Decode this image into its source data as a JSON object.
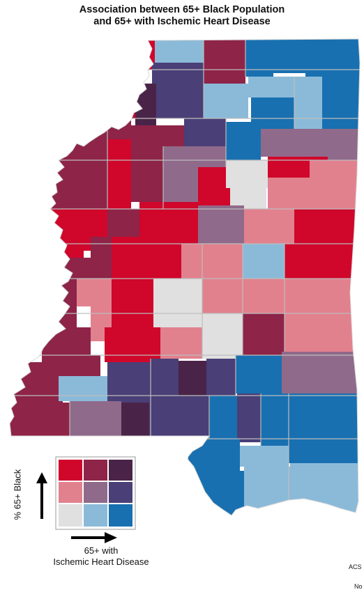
{
  "title": {
    "line1": "Association between 65+ Black Population",
    "line2": "and 65+ with Ischemic Heart Disease"
  },
  "legend": {
    "y_label": "% 65+ Black",
    "x_label_line1": "65+ with",
    "x_label_line2": "Ischemic Heart Disease",
    "colors": {
      "high_low": "#d0062b",
      "high_mid": "#8e2448",
      "high_high": "#4a2448",
      "mid_low": "#e2818e",
      "mid_mid": "#8f6a8a",
      "mid_high": "#4a3f77",
      "low_low": "#e0e0e0",
      "low_mid": "#8bbad9",
      "low_high": "#1870b0"
    }
  },
  "cutoff_text": {
    "a": "ACS",
    "b": "No"
  },
  "colors": {
    "border": "#bdbdbd",
    "background": "#ffffff"
  }
}
